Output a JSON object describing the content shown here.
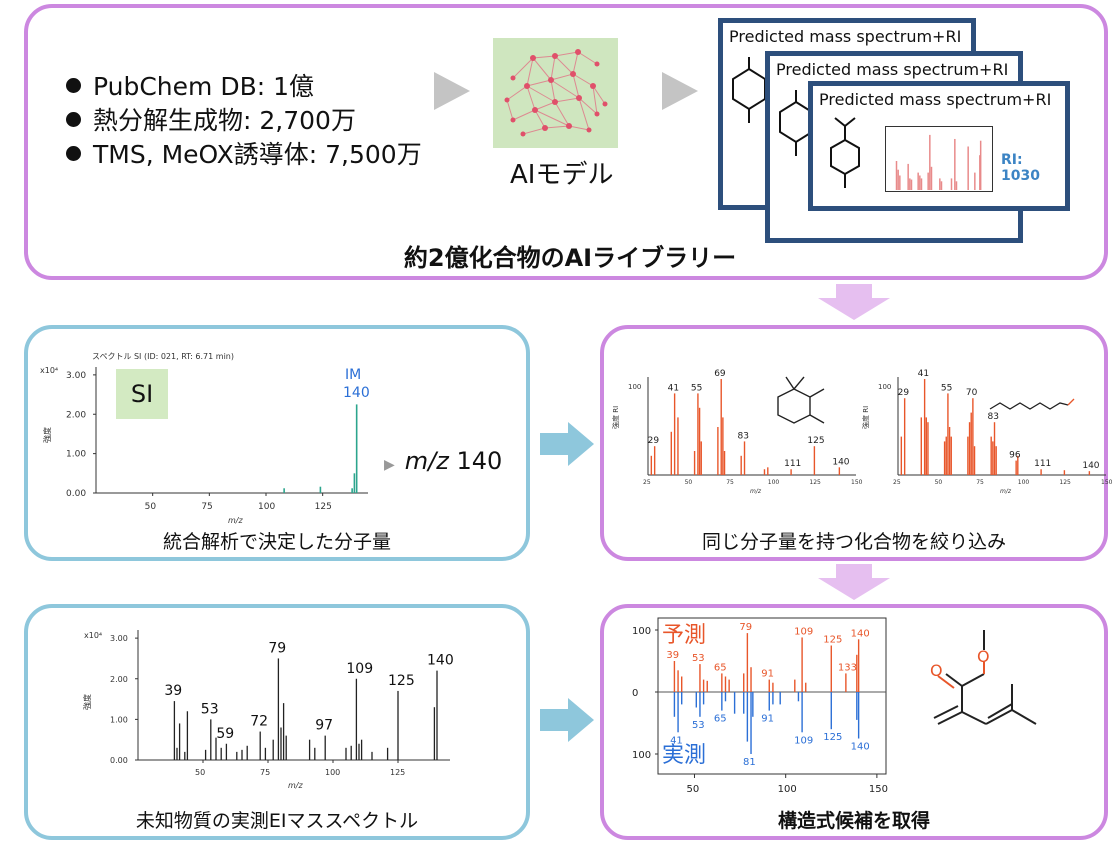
{
  "top": {
    "bullets": [
      "PubChem DB: 1億",
      "熱分解生成物: 2,700万",
      "TMS, MeOX誘導体: 7,500万"
    ],
    "ai_model_label": "AIモデル",
    "card_title": "Predicted mass spectrum+RI",
    "ri_label": "RI: 1030",
    "library_title": "約2億化合物のAIライブラリー"
  },
  "panel_si": {
    "header": "スペクトル SI (ID: 021, RT: 6.71 min)",
    "ylabel": "強度",
    "scale": "x10⁴",
    "yticks": [
      "3.00",
      "2.00",
      "1.00",
      "0.00"
    ],
    "xticks": [
      "50",
      "75",
      "100",
      "125"
    ],
    "xlabel": "m/z",
    "si_label": "SI",
    "im_label": "IM",
    "im_value": "140",
    "mz_prefix": "m/z",
    "mz_value": "140",
    "caption": "統合解析で決定した分子量"
  },
  "panel_candidates": {
    "caption": "同じ分子量を持つ化合物を絞り込み",
    "ylabel": "強度 RI",
    "ytick_top": "100",
    "xlabel": "m/z",
    "left_xticks": [
      "25",
      "50",
      "75",
      "100",
      "125",
      "150"
    ],
    "right_xticks": [
      "25",
      "50",
      "75",
      "100",
      "125",
      "150"
    ]
  },
  "panel_ei": {
    "scale": "x10⁴",
    "ylabel": "強度",
    "yticks": [
      "3.00",
      "2.00",
      "1.00",
      "0.00"
    ],
    "xticks": [
      "50",
      "75",
      "100",
      "125"
    ],
    "xlabel": "m/z",
    "caption": "未知物質の実測EIマススペクトル"
  },
  "panel_result": {
    "predicted_label": "予測",
    "measured_label": "実測",
    "yticks": [
      "100",
      "0",
      "100"
    ],
    "xticks": [
      "50",
      "100",
      "150"
    ],
    "caption": "構造式候補を取得"
  },
  "colors": {
    "purple_border": "#cc88e0",
    "blue_border": "#8ec7dc",
    "card_border": "#2d4f7c",
    "orange": "#e8562a",
    "blue": "#2b6fd6",
    "spectrum_red": "#e88a8a"
  },
  "chart_data": [
    {
      "type": "bar",
      "title": "スペクトル SI (ID: 021, RT: 6.71 min)",
      "xlabel": "m/z",
      "ylabel": "強度",
      "xlim": [
        25,
        145
      ],
      "ylim": [
        0,
        3.2
      ],
      "x": [
        108,
        124,
        138,
        139,
        140
      ],
      "values": [
        0.12,
        0.16,
        0.12,
        0.5,
        2.25
      ],
      "color": "#2ca58d"
    },
    {
      "type": "bar",
      "xlabel": "m/z",
      "ylabel": "強度 RI",
      "xlim": [
        25,
        150
      ],
      "ylim": [
        0,
        100
      ],
      "x": [
        27,
        29,
        39,
        41,
        43,
        53,
        55,
        56,
        57,
        67,
        69,
        70,
        71,
        81,
        83,
        95,
        97,
        111,
        125,
        140
      ],
      "values": [
        20,
        30,
        45,
        85,
        60,
        25,
        85,
        70,
        35,
        50,
        100,
        60,
        25,
        20,
        35,
        6,
        8,
        6,
        30,
        8
      ],
      "labels": [
        "29",
        "41",
        "55",
        "69",
        "83",
        "111",
        "125",
        "140"
      ],
      "color": "#e8562a"
    },
    {
      "type": "bar",
      "xlabel": "m/z",
      "ylabel": "強度 RI",
      "xlim": [
        25,
        150
      ],
      "ylim": [
        0,
        100
      ],
      "x": [
        27,
        29,
        39,
        41,
        42,
        43,
        53,
        54,
        55,
        56,
        57,
        67,
        68,
        69,
        70,
        71,
        81,
        82,
        83,
        84,
        96,
        97,
        111,
        125,
        140
      ],
      "values": [
        40,
        80,
        60,
        100,
        60,
        55,
        35,
        40,
        85,
        50,
        40,
        40,
        55,
        65,
        80,
        30,
        40,
        35,
        55,
        30,
        15,
        20,
        6,
        5,
        4
      ],
      "labels": [
        "29",
        "41",
        "55",
        "70",
        "83",
        "96",
        "111",
        "140"
      ],
      "color": "#e8562a"
    },
    {
      "type": "bar",
      "xlabel": "m/z",
      "ylabel": "強度",
      "xlim": [
        25,
        145
      ],
      "ylim": [
        0,
        3.2
      ],
      "x": [
        39,
        40,
        41,
        43,
        44,
        51,
        53,
        55,
        57,
        59,
        63,
        65,
        67,
        72,
        74,
        77,
        79,
        80,
        81,
        82,
        91,
        93,
        97,
        105,
        107,
        109,
        110,
        111,
        115,
        121,
        125,
        139,
        140
      ],
      "values": [
        1.45,
        0.3,
        0.9,
        0.2,
        1.2,
        0.25,
        1.0,
        0.55,
        0.3,
        0.4,
        0.2,
        0.25,
        0.35,
        0.7,
        0.3,
        0.5,
        2.5,
        0.8,
        1.4,
        0.6,
        0.5,
        0.3,
        0.6,
        0.3,
        0.35,
        2.0,
        0.4,
        0.5,
        0.2,
        0.3,
        1.7,
        1.3,
        2.2
      ],
      "labels": [
        "39",
        "53",
        "59",
        "72",
        "79",
        "97",
        "109",
        "125",
        "140"
      ],
      "color": "#222222"
    },
    {
      "type": "bar",
      "xlabel": "",
      "ylabel": "",
      "xlim": [
        30,
        155
      ],
      "ylim": [
        -100,
        100
      ],
      "series": [
        {
          "name": "予測",
          "x": [
            39,
            41,
            43,
            53,
            55,
            57,
            65,
            67,
            69,
            77,
            79,
            81,
            91,
            93,
            105,
            109,
            111,
            125,
            133,
            139,
            140
          ],
          "values": [
            50,
            35,
            25,
            45,
            20,
            18,
            30,
            25,
            20,
            30,
            95,
            40,
            20,
            15,
            20,
            88,
            15,
            75,
            30,
            60,
            85
          ]
        },
        {
          "name": "実測",
          "x": [
            39,
            41,
            43,
            51,
            53,
            55,
            65,
            67,
            72,
            77,
            79,
            81,
            82,
            91,
            93,
            97,
            107,
            109,
            125,
            139,
            140
          ],
          "values": [
            -40,
            -65,
            -20,
            -25,
            -40,
            -20,
            -30,
            -15,
            -35,
            -35,
            -80,
            -100,
            -40,
            -30,
            -20,
            -20,
            -15,
            -65,
            -60,
            -45,
            -75
          ]
        }
      ],
      "labels": {
        "predicted": [
          "39",
          "53",
          "65",
          "79",
          "91",
          "109",
          "125",
          "133",
          "140"
        ],
        "measured": [
          "41",
          "53",
          "65",
          "81",
          "91",
          "109",
          "125",
          "140"
        ]
      }
    }
  ]
}
